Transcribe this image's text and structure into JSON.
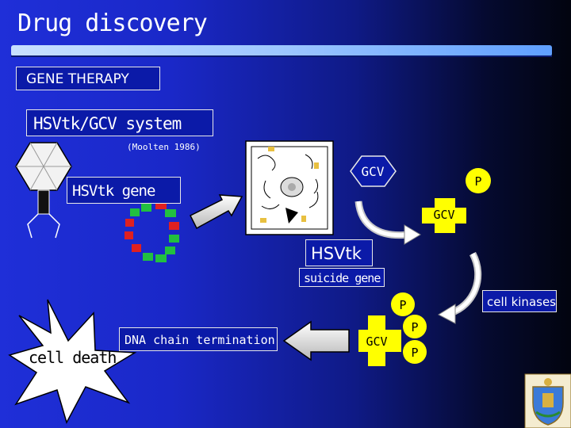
{
  "title": "Drug discovery",
  "labels": {
    "gene_therapy": "GENE THERAPY",
    "system": "HSVtk/GCV system",
    "citation": "(Moolten 1986)",
    "hsvtk_gene": "HSVtk gene",
    "gcv": "GCV",
    "p": "P",
    "hsvtk": "HSVtk",
    "suicide_gene": "suicide gene",
    "cell_kinases": "cell kinases",
    "dna_chain_termination": "DNA chain termination",
    "cell_death": "cell death"
  },
  "colors": {
    "gcv_cross": "#ffff00",
    "phosphate_circle": "#ffff00",
    "box_fill": "#0b1aa8",
    "plasmid_red": "#e02020",
    "plasmid_green": "#22c040"
  }
}
